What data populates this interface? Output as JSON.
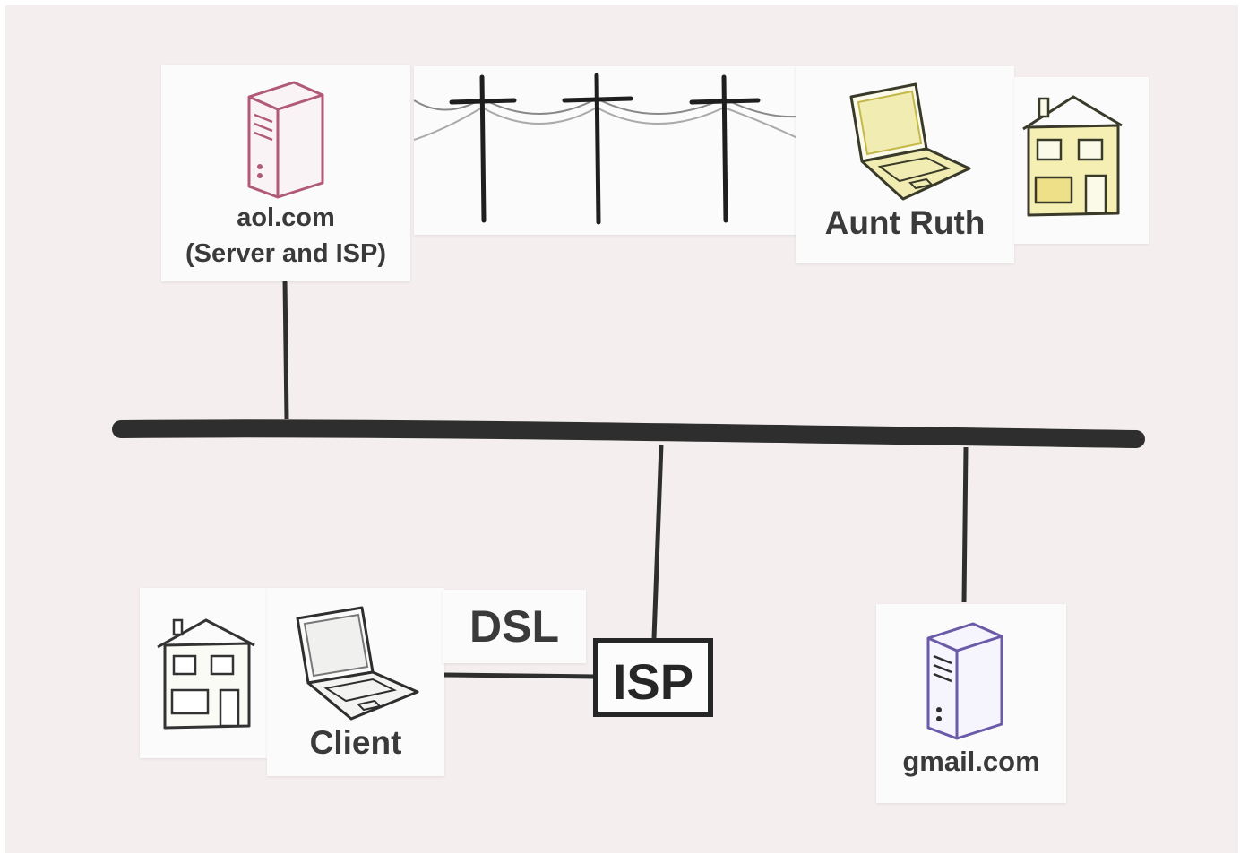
{
  "aol": {
    "line1": "aol.com",
    "line2": "(Server and ISP)"
  },
  "aunt": {
    "label": "Aunt Ruth"
  },
  "client": {
    "label": "Client"
  },
  "dsl": {
    "label": "DSL"
  },
  "isp": {
    "label": "ISP"
  },
  "gmail": {
    "label": "gmail.com"
  },
  "icons": {
    "aol_server": "server-icon",
    "power_lines": "utility-poles-icon",
    "aunt_laptop": "laptop-icon",
    "aunt_house": "house-icon",
    "client_house": "house-icon",
    "client_laptop": "laptop-icon",
    "gmail_server": "server-icon"
  },
  "colors": {
    "board": "#f4efee",
    "card": "#fbfbfb",
    "backbone": "#2e2e2e",
    "aol_server": "#b05a78",
    "aunt_items": "#c4b84a",
    "client_items": "#3a4a3a",
    "gmail_server": "#6a5aa8"
  }
}
